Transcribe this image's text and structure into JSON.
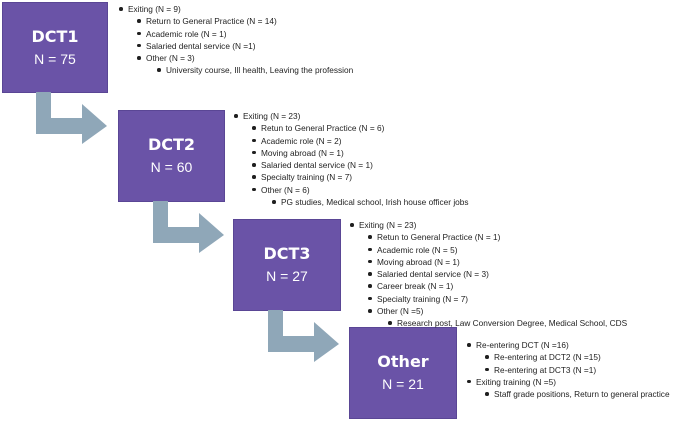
{
  "colors": {
    "box": "#6a53a7",
    "arrow": "#8fa7b8"
  },
  "stages": [
    {
      "title": "DCT1",
      "count": "N = 75"
    },
    {
      "title": "DCT2",
      "count": "N = 60"
    },
    {
      "title": "DCT3",
      "count": "N = 27"
    },
    {
      "title": "Other",
      "count": "N = 21"
    }
  ],
  "notes": {
    "dct1": {
      "exiting": "Exiting (N = 9)",
      "items": [
        "Return to General Practice (N = 14)",
        "Academic role (N = 1)",
        "Salaried dental service (N =1)",
        "Other (N = 3)"
      ],
      "other_detail": "University course, Ill health, Leaving the profession"
    },
    "dct2": {
      "exiting": "Exiting (N = 23)",
      "items": [
        "Retun to General Practice (N = 6)",
        "Academic role (N = 2)",
        "Moving abroad (N = 1)",
        "Salaried dental service (N = 1)",
        "Specialty training (N = 7)",
        "Other (N = 6)"
      ],
      "other_detail": "PG studies, Medical school, Irish house officer jobs"
    },
    "dct3": {
      "exiting": "Exiting (N = 23)",
      "items": [
        "Retun to General Practice (N = 1)",
        "Academic role (N = 5)",
        "Moving abroad (N = 1)",
        "Salaried dental service (N = 3)",
        "Career break (N = 1)",
        "Specialty training (N = 7)",
        "Other (N =5)"
      ],
      "other_detail": "Research post, Law Conversion Degree, Medical School, CDS"
    },
    "other": {
      "reentering": "Re-entering DCT (N =16)",
      "reentering_items": [
        "Re-entering at DCT2 (N =15)",
        "Re-entering at DCT3 (N =1)"
      ],
      "exiting_training": "Exiting training (N =5)",
      "exiting_detail": "Staff grade positions, Return to general practice"
    }
  }
}
